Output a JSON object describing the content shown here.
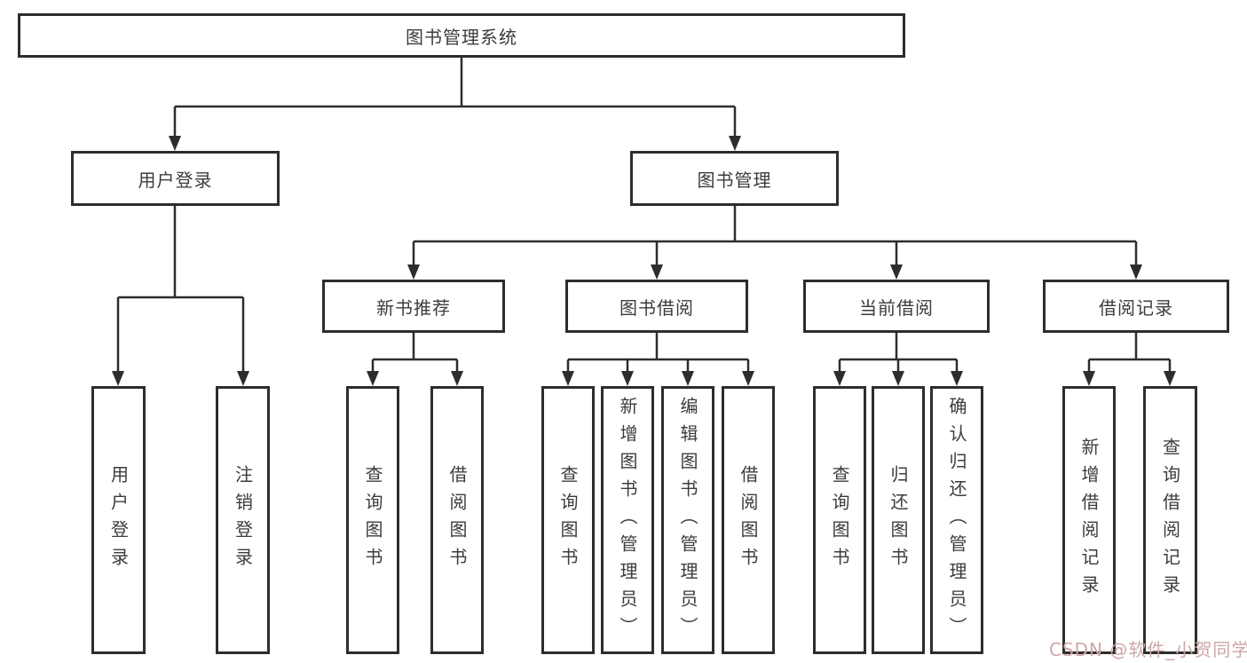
{
  "tree": {
    "label": "图书管理系统",
    "children": [
      {
        "label": "用户登录",
        "children": [
          {
            "label": "用户登录"
          },
          {
            "label": "注销登录"
          }
        ]
      },
      {
        "label": "图书管理",
        "children": [
          {
            "label": "新书推荐",
            "children": [
              {
                "label": "查询图书"
              },
              {
                "label": "借阅图书"
              }
            ]
          },
          {
            "label": "图书借阅",
            "children": [
              {
                "label": "查询图书"
              },
              {
                "label": "新增图书（管理员）"
              },
              {
                "label": "编辑图书（管理员）"
              },
              {
                "label": "借阅图书"
              }
            ]
          },
          {
            "label": "当前借阅",
            "children": [
              {
                "label": "查询图书"
              },
              {
                "label": "归还图书"
              },
              {
                "label": "确认归还（管理员）"
              }
            ]
          },
          {
            "label": "借阅记录",
            "children": [
              {
                "label": "新增借阅记录"
              },
              {
                "label": "查询借阅记录"
              }
            ]
          }
        ]
      }
    ]
  },
  "watermark": {
    "text": "CSDN @软件_小贺同学",
    "color": "#cfa6a6"
  },
  "colors": {
    "line": "#2d2d2d",
    "box_border": "#2d2d2d",
    "text": "#3c3c3c",
    "background": "#ffffff"
  }
}
